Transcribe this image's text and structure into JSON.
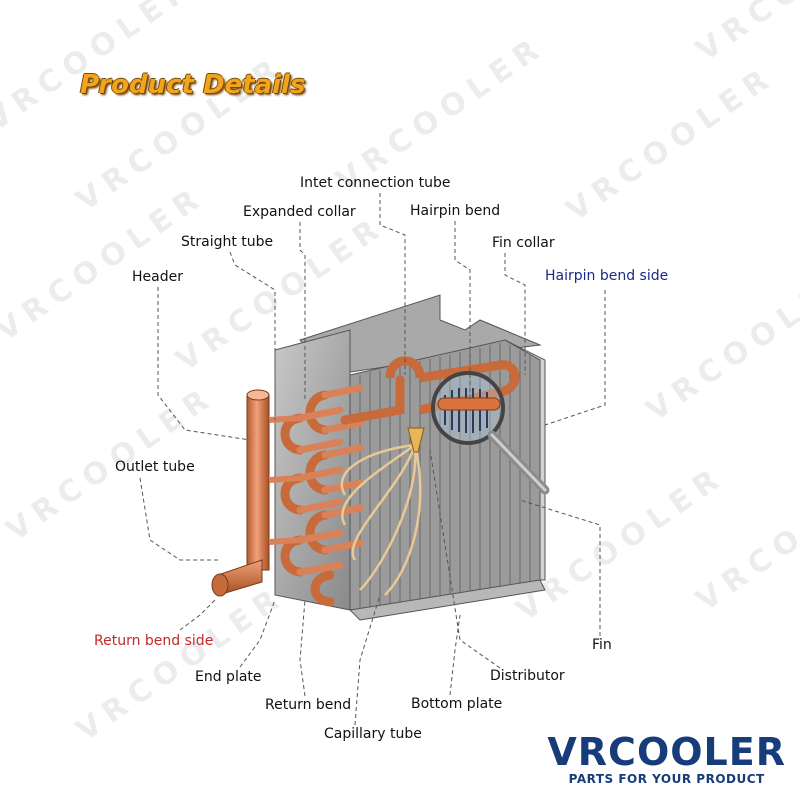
{
  "title": "Product Details",
  "watermark_text": "VRCOOLER",
  "labels": {
    "intet_connection_tube": "Intet connection tube",
    "expanded_collar": "Expanded collar",
    "hairpin_bend": "Hairpin bend",
    "straight_tube": "Straight tube",
    "fin_collar": "Fin collar",
    "header": "Header",
    "hairpin_bend_side": "Hairpin bend side",
    "outlet_tube": "Outlet tube",
    "return_bend_side": "Return bend side",
    "fin": "Fin",
    "end_plate": "End plate",
    "distributor": "Distributor",
    "return_bend": "Return bend",
    "bottom_plate": "Bottom plate",
    "capillary_tube": "Capillary tube"
  },
  "logo": {
    "name": "VRCOOLER",
    "tagline": "PARTS FOR YOUR PRODUCT"
  },
  "colors": {
    "title": "#f2a41c",
    "copper": "#d9743f",
    "return_bend_side_label": "#c62828",
    "hairpin_bend_side_label": "#1a2a8a",
    "logo": "#163c7a"
  }
}
